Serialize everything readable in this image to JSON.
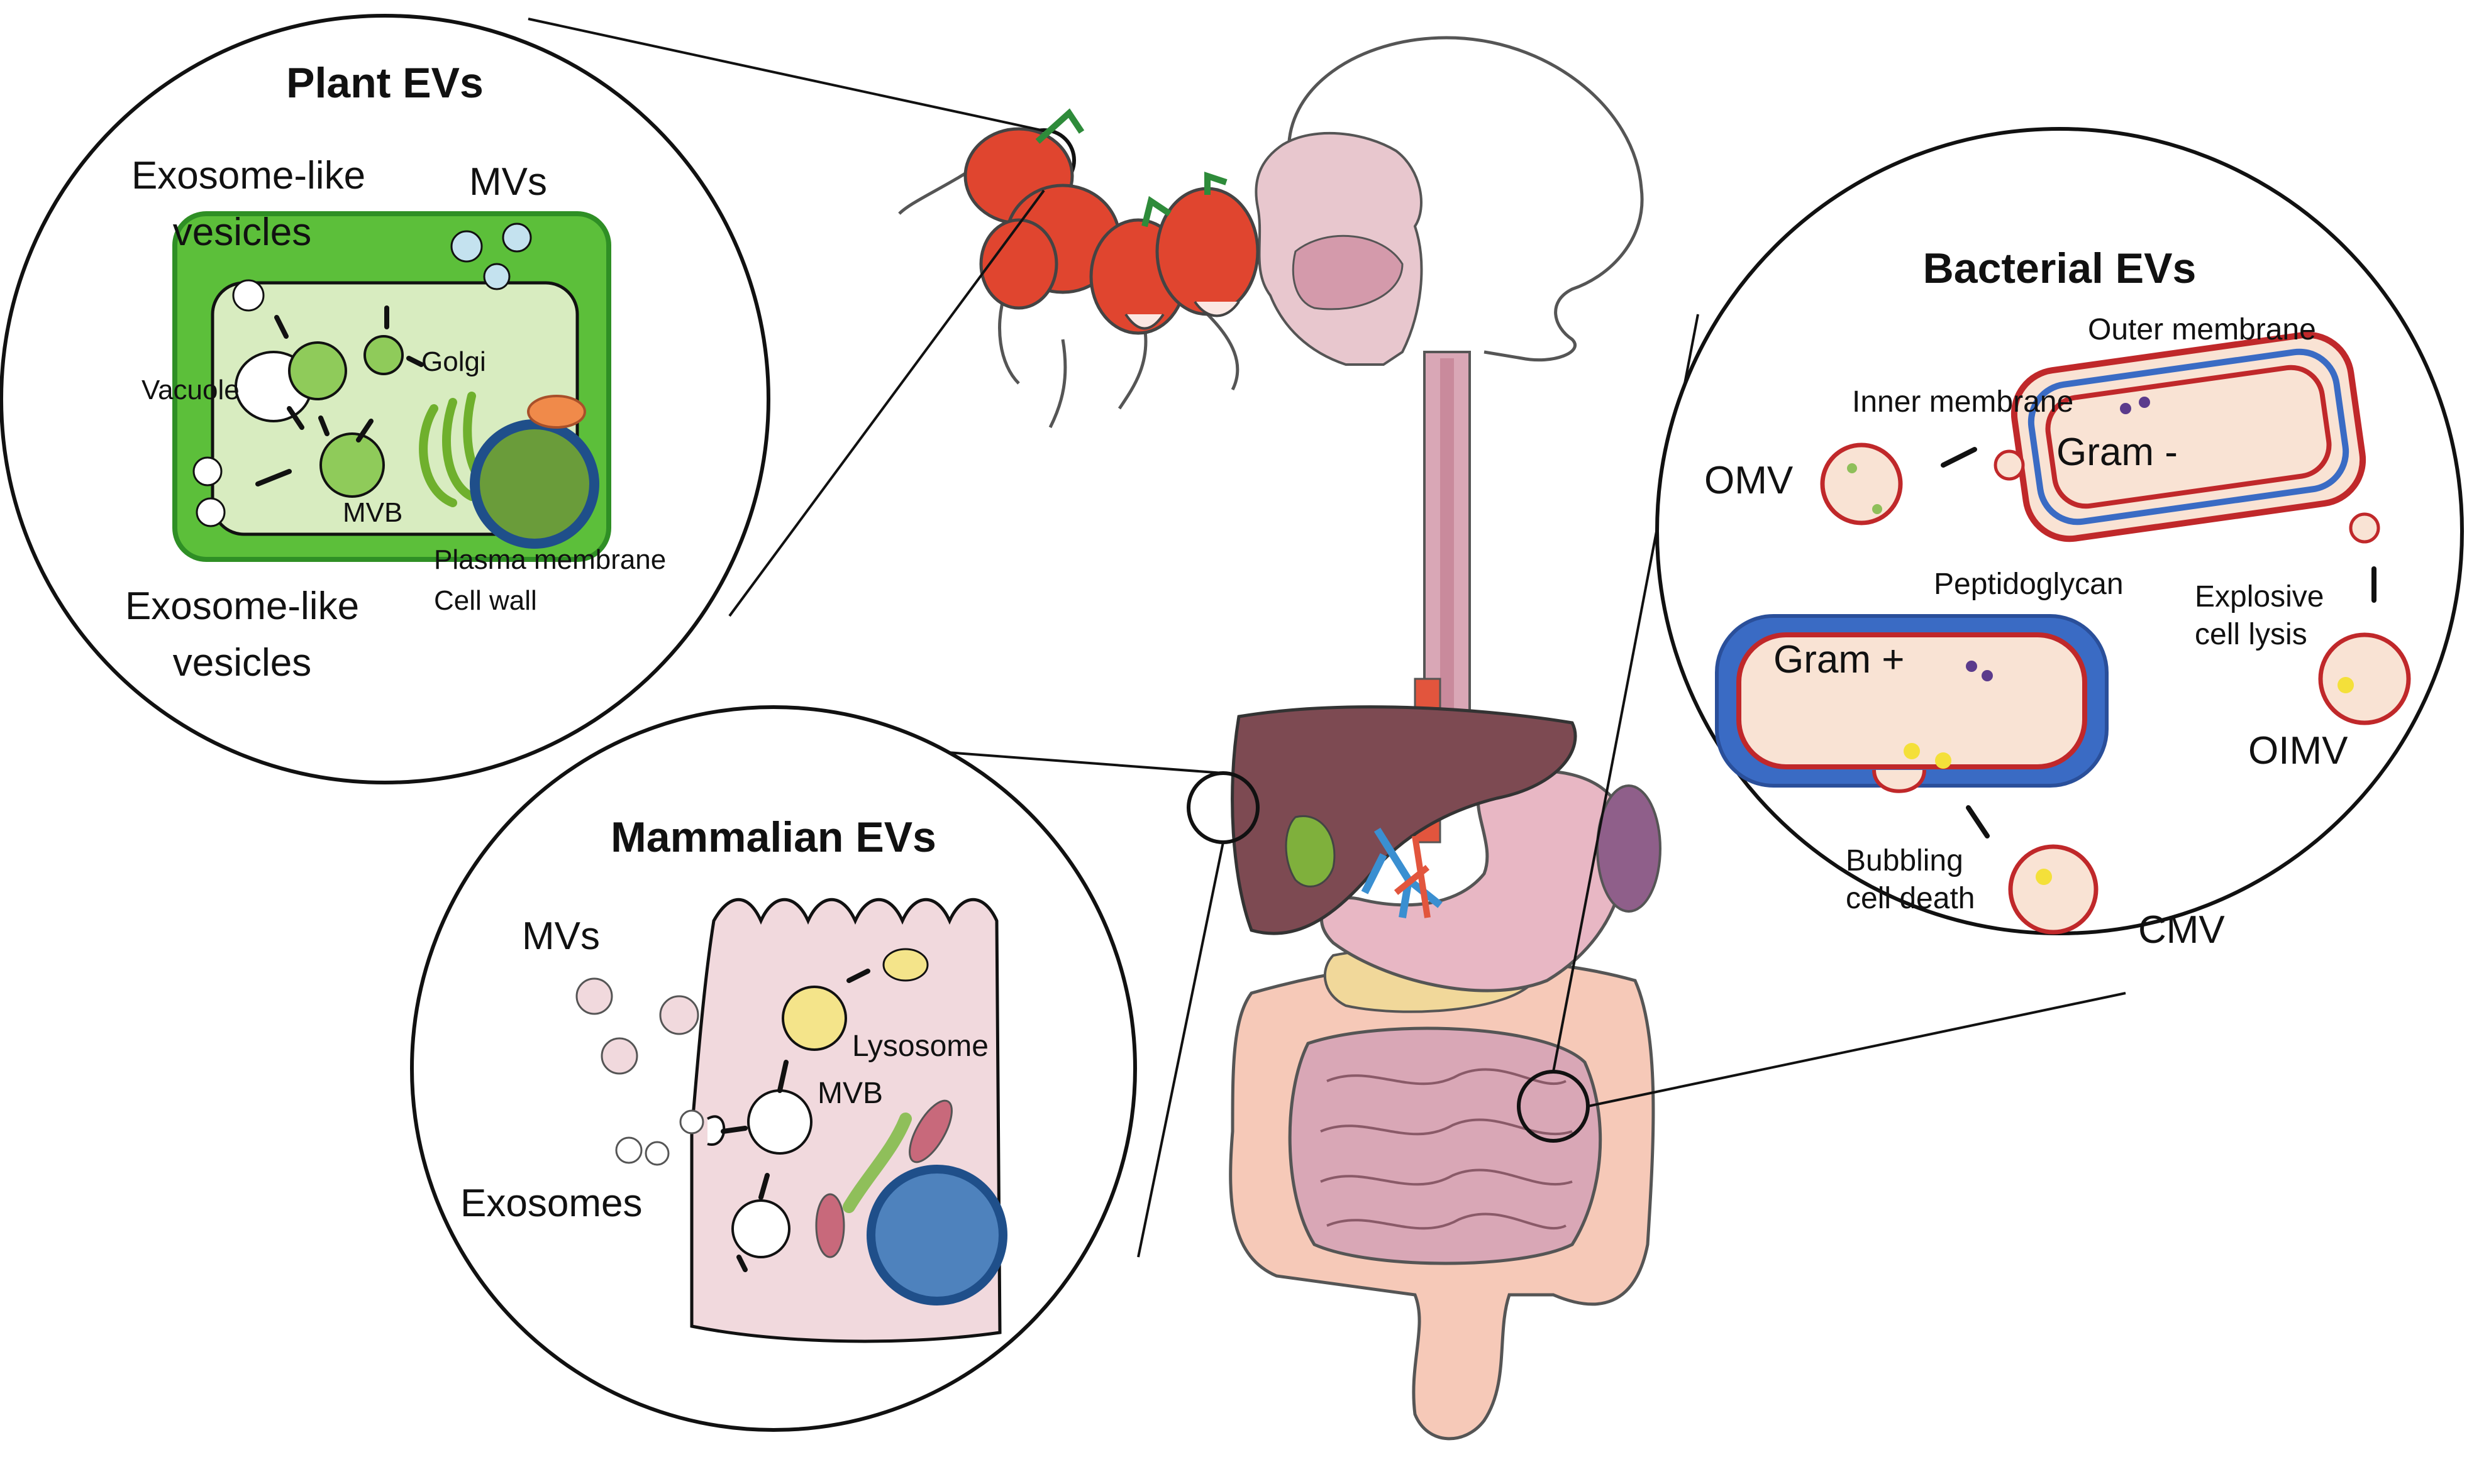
{
  "plant": {
    "title": "Plant EVs",
    "exosome_top_1": "Exosome-like",
    "exosome_top_2": "vesicles",
    "mvs": "MVs",
    "vacuole": "Vacuole",
    "golgi": "Golgi",
    "mvb": "MVB",
    "plasma_membrane": "Plasma membrane",
    "cell_wall": "Cell wall",
    "exosome_bottom_1": "Exosome-like",
    "exosome_bottom_2": "vesicles"
  },
  "bacterial": {
    "title": "Bacterial EVs",
    "outer_membrane": "Outer membrane",
    "inner_membrane": "Inner membrane",
    "omv": "OMV",
    "gram_neg": "Gram -",
    "peptidoglycan": "Peptidoglycan",
    "explosive_1": "Explosive",
    "explosive_2": "cell lysis",
    "gram_pos": "Gram +",
    "oimv": "OIMV",
    "bubbling_1": "Bubbling",
    "bubbling_2": "cell death",
    "cmv": "CMV"
  },
  "mammalian": {
    "title": "Mammalian EVs",
    "mvs": "MVs",
    "lysosome": "Lysosome",
    "mvb": "MVB",
    "exosomes": "Exosomes"
  },
  "colors": {
    "plant_green": "#5cbf3a",
    "cell_fill": "#d8ecc0",
    "bacteria_red": "#c0282a",
    "bacteria_blue": "#3a6bc4",
    "tissue_pink": "#f1d9dd",
    "liver": "#7d4a52",
    "colon": "#f6c9b8",
    "gut": "#d9a7b6",
    "radish_red": "#e0452f"
  }
}
